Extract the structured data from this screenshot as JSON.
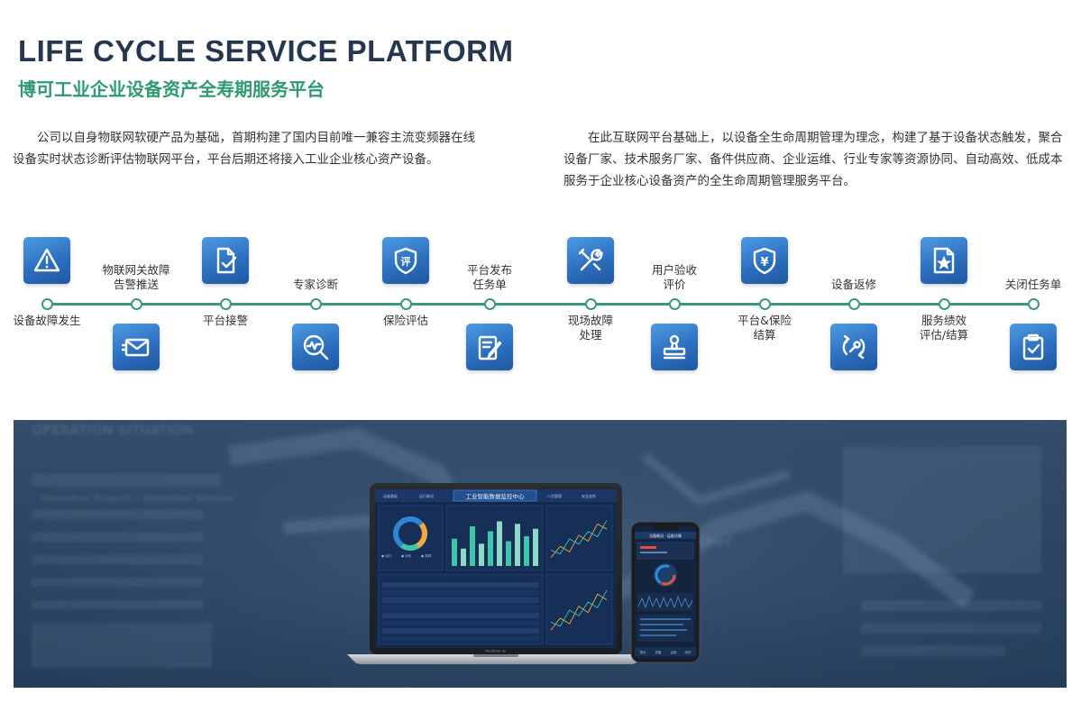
{
  "header": {
    "title": "LIFE CYCLE SERVICE PLATFORM",
    "subtitle": "博可工业企业设备资产全寿期服务平台"
  },
  "intro": {
    "left": "公司以自身物联网软硬产品为基础，首期构建了国内目前唯一兼容主流变频器在线设备实时状态诊断评估物联网平台，平台后期还将接入工业企业核心资产设备。",
    "right": "在此互联网平台基础上，以设备全生命周期管理为理念，构建了基于设备状态触发，聚合设备厂家、技术服务厂家、备件供应商、企业运维、行业专家等资源协同、自动高效、低成本服务于企业核心设备资产的全生命周期管理服务平台。"
  },
  "steps": [
    {
      "line1": "设备故障发生",
      "line2": "",
      "icon": "warning-icon"
    },
    {
      "line1": "物联网关故障",
      "line2": "告警推送",
      "icon": "mail-icon"
    },
    {
      "line1": "平台接警",
      "line2": "",
      "icon": "document-check-icon"
    },
    {
      "line1": "专家诊断",
      "line2": "",
      "icon": "diagnosis-icon"
    },
    {
      "line1": "保险评估",
      "line2": "",
      "icon": "evaluate-shield-icon"
    },
    {
      "line1": "平台发布",
      "line2": "任务单",
      "icon": "task-sheet-icon"
    },
    {
      "line1": "现场故障",
      "line2": "处理",
      "icon": "tools-icon"
    },
    {
      "line1": "用户验收",
      "line2": "评价",
      "icon": "stamp-icon"
    },
    {
      "line1": "平台&保险",
      "line2": "结算",
      "icon": "yuan-shield-icon"
    },
    {
      "line1": "设备返修",
      "line2": "",
      "icon": "repair-icon"
    },
    {
      "line1": "服务绩效",
      "line2": "评估/结算",
      "icon": "star-document-icon"
    },
    {
      "line1": "关闭任务单",
      "line2": "",
      "icon": "clipboard-check-icon"
    }
  ],
  "icon_glyphs": {
    "evaluate": "评",
    "yuan": "¥"
  },
  "banner": {
    "background_words": [
      "OPERATION SITUATION",
      "Shenzhen Airport → Shenzhen Station",
      "Weather"
    ],
    "dashboard": {
      "title": "工业智能数据监控中心",
      "nav": [
        "运维看板",
        "运行概况",
        "人员管理",
        "安全态势"
      ],
      "laptop_brand": "MacBook Air",
      "legend": [
        "● 运行",
        "● 待机",
        "● 故障"
      ],
      "bar_values": [
        0.55,
        0.35,
        0.8,
        0.45,
        0.7,
        0.9,
        0.5,
        0.85,
        0.6,
        0.75
      ],
      "table_rows": 8,
      "line_a": [
        10,
        25,
        18,
        40,
        32,
        55,
        48
      ],
      "line_b": [
        20,
        15,
        35,
        28,
        45,
        38,
        60
      ]
    },
    "phone": {
      "title": "设备概况 · 运维详情",
      "tabs": [
        "首页",
        "设备",
        "运维",
        "我的"
      ]
    }
  },
  "colors": {
    "title": "#24374f",
    "subtitle": "#2e9a6e",
    "timeline": "#3a9a72",
    "icon_top": "#4f9be4",
    "icon_bottom": "#20589f"
  }
}
